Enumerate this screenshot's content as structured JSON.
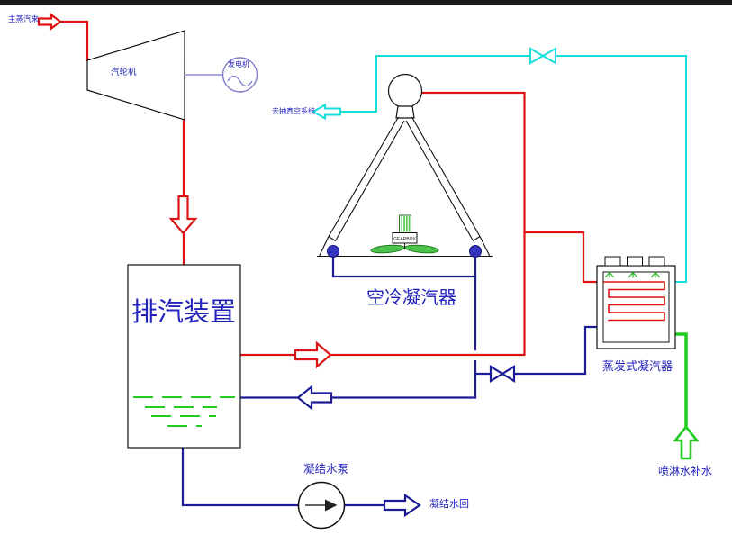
{
  "labels": {
    "main_steam": "主蒸汽来",
    "turbine": "汽轮机",
    "generator": "发电机",
    "exhaust_device": "排汽装置",
    "vacuum_system": "去抽真空系统",
    "air_cooled_condenser": "空冷凝汽器",
    "evaporative_condenser": "蒸发式凝汽器",
    "spray_water_makeup": "喷淋水补水",
    "condensate_pump": "凝结水泵",
    "condensate_return": "凝结水回",
    "gearbox": "GEARBOX"
  },
  "colors": {
    "steam_line": "#dd1414",
    "condensate_line": "#1c1c96",
    "vacuum_line": "#18dede",
    "spray_water_line": "#1ecc1e",
    "label_text": "#2222bb",
    "equipment_outline": "#111111",
    "shaft_line": "#a9a9dc",
    "generator_outline": "#7d7dcc",
    "water_level": "#22cc22",
    "fan_blade": "#4cc44c",
    "header_ball": "#3434bd",
    "top_bar": "#1b1b1b"
  }
}
